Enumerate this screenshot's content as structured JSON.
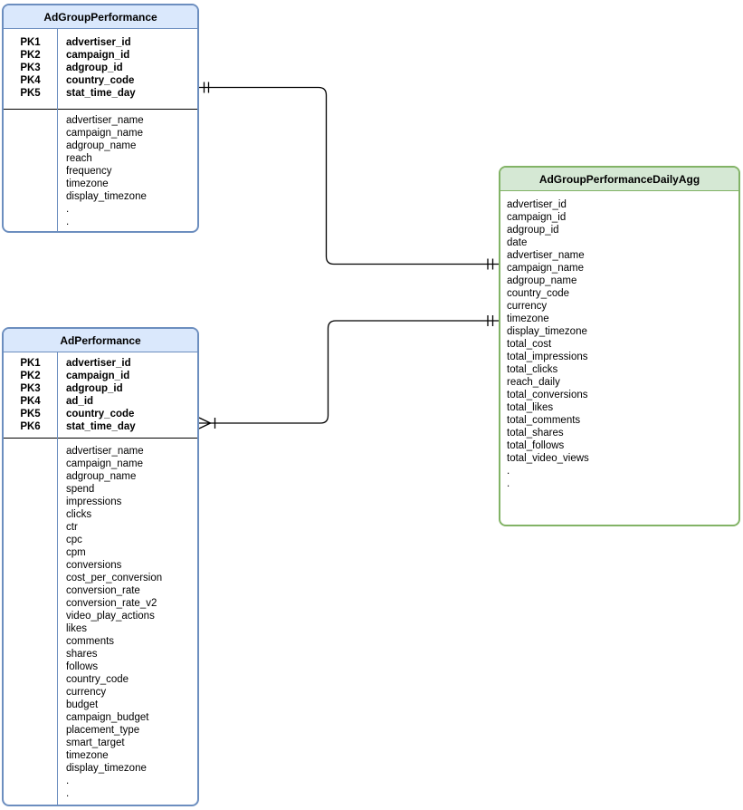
{
  "diagram": {
    "type": "entity-relationship",
    "entities": [
      {
        "title": "AdGroupPerformance",
        "theme": "blue",
        "primary_keys": [
          {
            "key": "PK1",
            "field": "advertiser_id"
          },
          {
            "key": "PK2",
            "field": "campaign_id"
          },
          {
            "key": "PK3",
            "field": "adgroup_id"
          },
          {
            "key": "PK4",
            "field": "country_code"
          },
          {
            "key": "PK5",
            "field": "stat_time_day"
          }
        ],
        "attributes": [
          "advertiser_name",
          "campaign_name",
          "adgroup_name",
          "reach",
          "frequency",
          "timezone",
          "display_timezone",
          ".",
          "."
        ]
      },
      {
        "title": "AdPerformance",
        "theme": "blue",
        "primary_keys": [
          {
            "key": "PK1",
            "field": "advertiser_id"
          },
          {
            "key": "PK2",
            "field": "campaign_id"
          },
          {
            "key": "PK3",
            "field": "adgroup_id"
          },
          {
            "key": "PK4",
            "field": "ad_id"
          },
          {
            "key": "PK5",
            "field": "country_code"
          },
          {
            "key": "PK6",
            "field": "stat_time_day"
          }
        ],
        "attributes": [
          "advertiser_name",
          "campaign_name",
          "adgroup_name",
          "spend",
          "impressions",
          "clicks",
          "ctr",
          "cpc",
          "cpm",
          "conversions",
          "cost_per_conversion",
          "conversion_rate",
          "conversion_rate_v2",
          "video_play_actions",
          "likes",
          "comments",
          "shares",
          "follows",
          "country_code",
          "currency",
          "budget",
          "campaign_budget",
          "placement_type",
          "smart_target",
          "timezone",
          "display_timezone",
          ".",
          "."
        ]
      },
      {
        "title": "AdGroupPerformanceDailyAgg",
        "theme": "green",
        "primary_keys": [],
        "attributes": [
          "advertiser_id",
          "campaign_id",
          "adgroup_id",
          "date",
          "advertiser_name",
          "campaign_name",
          "adgroup_name",
          "country_code",
          "currency",
          "timezone",
          "display_timezone",
          "total_cost",
          "total_impressions",
          "total_clicks",
          "reach_daily",
          "total_conversions",
          "total_likes",
          "total_comments",
          "total_shares",
          "total_follows",
          "total_video_views",
          ".",
          "."
        ]
      }
    ],
    "relationships": [
      {
        "from": "AdGroupPerformance",
        "to": "AdGroupPerformanceDailyAgg",
        "from_cardinality": "one-and-only-one",
        "to_cardinality": "one-and-only-one"
      },
      {
        "from": "AdPerformance",
        "to": "AdGroupPerformanceDailyAgg",
        "from_cardinality": "one-or-many",
        "to_cardinality": "one-and-only-one"
      }
    ],
    "colors": {
      "blue_header": "#dae8fc",
      "blue_border": "#6c8ebf",
      "green_header": "#d5e8d4",
      "green_border": "#82b366",
      "connector": "#000000",
      "body_background": "#ffffff"
    }
  }
}
